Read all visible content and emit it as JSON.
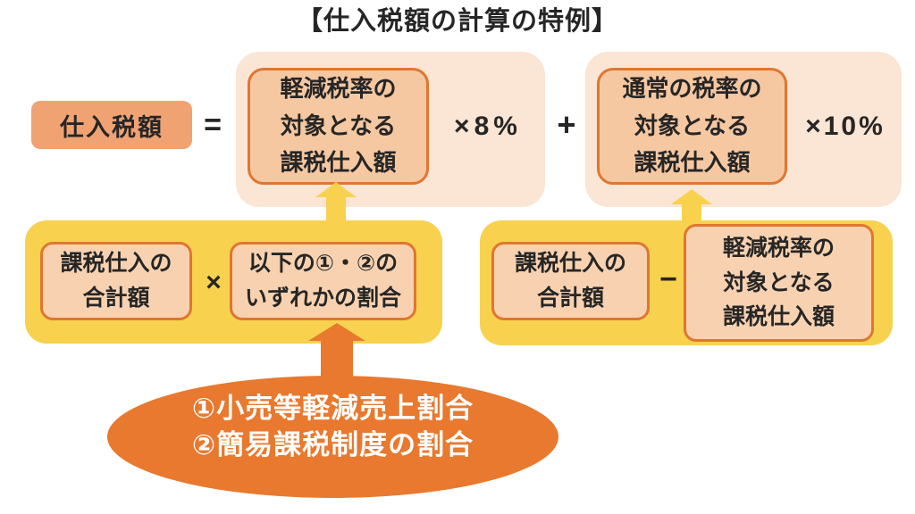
{
  "title": "【仕入税額の計算の特例】",
  "colors": {
    "yellow": "#F8D24E",
    "orange": "#E8792E",
    "border_orange": "#E0762F",
    "pink_light": "#FBE5D4",
    "peach": "#F5C8A2",
    "peach_light": "#F8D2B0",
    "salmon": "#F0A273",
    "text_dark": "#262626",
    "white": "#FFFFFF"
  },
  "formula_row": {
    "result_box": "仕入税額",
    "equals": "=",
    "plus": "+",
    "reduced_group": {
      "box_lines": [
        "軽減税率の",
        "対象となる",
        "課税仕入額"
      ],
      "rate": "×8%"
    },
    "normal_group": {
      "box_lines": [
        "通常の税率の",
        "対象となる",
        "課税仕入額"
      ],
      "rate": "×10%"
    }
  },
  "method_row": {
    "left_group": {
      "total_box_lines": [
        "課税仕入の",
        "合計額"
      ],
      "times": "×",
      "ratio_box_lines": [
        "以下の①・②の",
        "いずれかの割合"
      ]
    },
    "right_group": {
      "total_box_lines": [
        "課税仕入の",
        "合計額"
      ],
      "minus": "−",
      "reduced_box_lines": [
        "軽減税率の",
        "対象となる",
        "課税仕入額"
      ]
    }
  },
  "ratio_ellipse": {
    "lines": [
      "①小売等軽減売上割合",
      "②簡易課税制度の割合"
    ]
  }
}
